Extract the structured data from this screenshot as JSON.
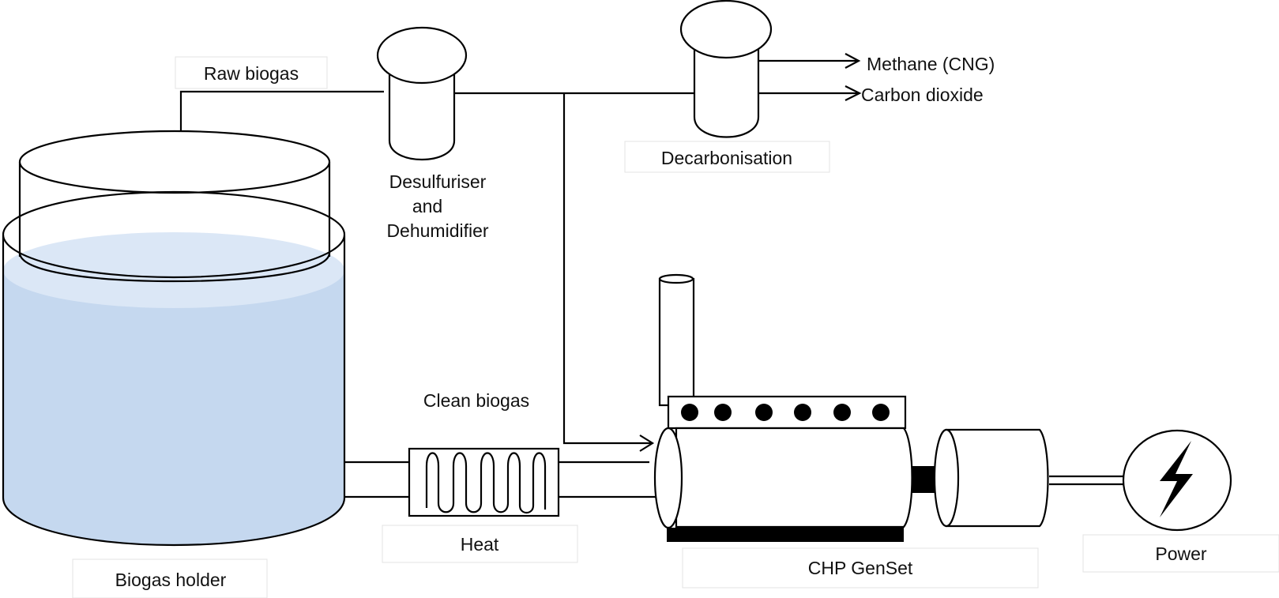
{
  "diagram": {
    "title": "Biogas upgrading and CHP process diagram",
    "colors": {
      "liquid": "#c5d8ef",
      "liquid_surface": "#dbe7f6",
      "stroke": "#000000",
      "label_border": "#e3e3e3"
    },
    "labels": {
      "raw_biogas": "Raw biogas",
      "desulfuriser_line1": "Desulfuriser",
      "desulfuriser_line2": "and",
      "desulfuriser_line3": "Dehumidifier",
      "decarbonisation": "Decarbonisation",
      "methane": "Methane (CNG)",
      "carbon_dioxide": "Carbon dioxide",
      "clean_biogas": "Clean biogas",
      "heat": "Heat",
      "chp_genset": "CHP GenSet",
      "power": "Power",
      "biogas_holder": "Biogas holder"
    },
    "components": [
      {
        "id": "biogas-holder",
        "name": "Biogas holder"
      },
      {
        "id": "desulfuriser",
        "name": "Desulfuriser and Dehumidifier"
      },
      {
        "id": "decarbonisation",
        "name": "Decarbonisation"
      },
      {
        "id": "heat-exchanger",
        "name": "Heat"
      },
      {
        "id": "chp-genset",
        "name": "CHP GenSet"
      },
      {
        "id": "power-generator",
        "name": "Power"
      }
    ],
    "flows": [
      {
        "from": "Biogas holder",
        "to": "Desulfuriser and Dehumidifier",
        "label": "Raw biogas"
      },
      {
        "from": "Desulfuriser and Dehumidifier",
        "to": "Decarbonisation"
      },
      {
        "from": "Decarbonisation",
        "to": "output",
        "label": "Methane (CNG)"
      },
      {
        "from": "Decarbonisation",
        "to": "output",
        "label": "Carbon dioxide"
      },
      {
        "from": "Desulfuriser and Dehumidifier",
        "to": "CHP GenSet",
        "label": "Clean biogas"
      },
      {
        "from": "CHP GenSet",
        "to": "Biogas holder",
        "label": "Heat"
      },
      {
        "from": "CHP GenSet",
        "to": "Power"
      }
    ],
    "engine_cylinders": 6
  }
}
